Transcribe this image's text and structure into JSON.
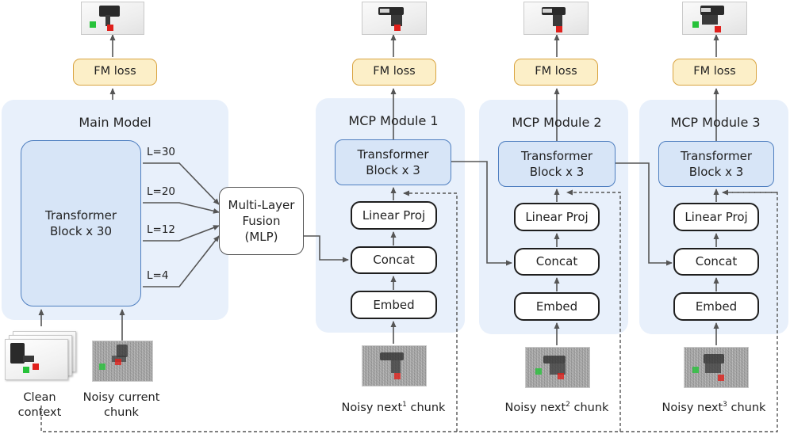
{
  "main_model": {
    "title": "Main Model",
    "transformer_line1": "Transformer",
    "transformer_line2": "Block x 30",
    "layer_labels": [
      "L=30",
      "L=20",
      "L=12",
      "L=4"
    ]
  },
  "fusion": {
    "line1": "Multi-Layer",
    "line2": "Fusion",
    "line3": "(MLP)"
  },
  "loss_label": "FM loss",
  "modules": [
    {
      "title": "MCP Module 1",
      "block_line1": "Transformer",
      "block_line2": "Block x 3",
      "linear": "Linear Proj",
      "concat": "Concat",
      "embed": "Embed",
      "caption_pre": "Noisy next",
      "caption_sup": "1",
      "caption_post": " chunk"
    },
    {
      "title": "MCP Module 2",
      "block_line1": "Transformer",
      "block_line2": "Block x 3",
      "linear": "Linear Proj",
      "concat": "Concat",
      "embed": "Embed",
      "caption_pre": "Noisy next",
      "caption_sup": "2",
      "caption_post": " chunk"
    },
    {
      "title": "MCP Module 3",
      "block_line1": "Transformer",
      "block_line2": "Block x 3",
      "linear": "Linear Proj",
      "concat": "Concat",
      "embed": "Embed",
      "caption_pre": "Noisy next",
      "caption_sup": "3",
      "caption_post": " chunk"
    }
  ],
  "inputs": {
    "clean_line1": "Clean",
    "clean_line2": "context",
    "noisy_line1": "Noisy current",
    "noisy_line2": "chunk"
  },
  "colors": {
    "region_fill": "#e8f0fb",
    "transformer_fill": "#d7e5f7",
    "transformer_border": "#4f7fc0",
    "loss_fill": "#fcefc8",
    "loss_border": "#d9a441",
    "arrow": "#555555"
  }
}
